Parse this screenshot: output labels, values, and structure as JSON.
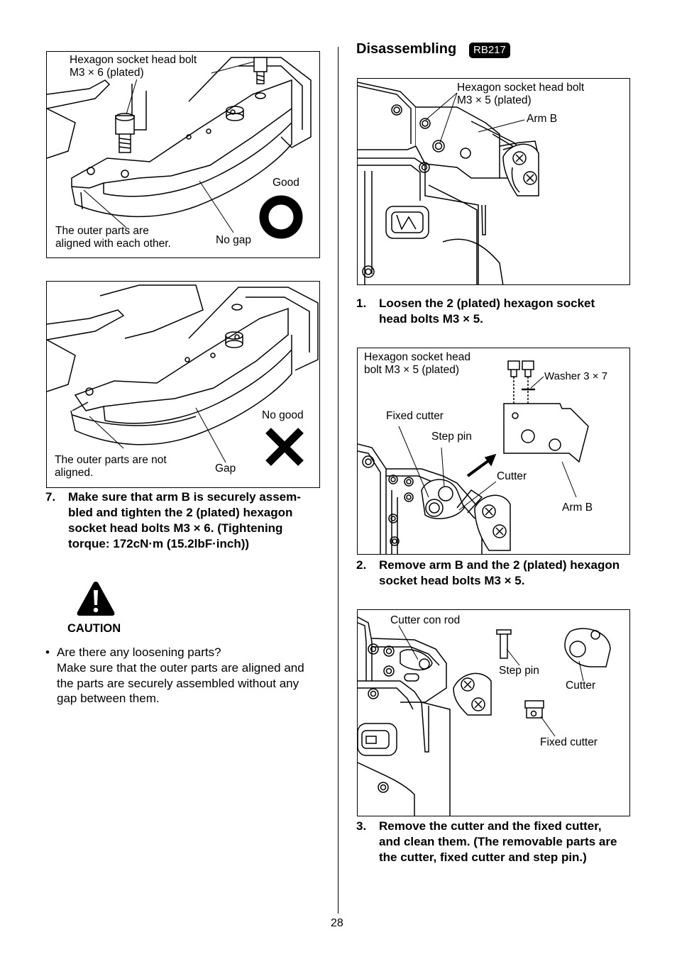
{
  "left_column": {
    "figure_good": {
      "bolt_label": "Hexagon socket head bolt\nM3 × 6 (plated)",
      "aligned_label": "The outer parts are\naligned with each other.",
      "no_gap_label": "No gap",
      "verdict": "Good"
    },
    "figure_no_good": {
      "not_aligned_label": "The outer parts are not\naligned.",
      "gap_label": "Gap",
      "verdict": "No good"
    },
    "step_7": {
      "number": "7.",
      "text": "Make sure that arm B is securely assem-\nbled and tighten the 2 (plated) hexagon\nsocket head bolts M3 × 6. (Tightening\ntorque: 172cN·m (15.2lbF·inch))"
    },
    "caution": {
      "label": "CAUTION",
      "bullet": "•",
      "question": "Are there any loosening parts?",
      "text": "Make sure that the outer parts are aligned and\nthe parts are securely assembled without any\ngap between them."
    }
  },
  "right_column": {
    "section_title": "Disassembling",
    "model_badge": "RB217",
    "figure_1": {
      "bolt_label": "Hexagon socket head bolt\nM3 × 5 (plated)",
      "arm_label": "Arm B"
    },
    "step_1": {
      "number": "1.",
      "text": "Loosen the 2 (plated) hexagon socket\nhead bolts M3 × 5."
    },
    "figure_2": {
      "bolt_label": "Hexagon socket head\nbolt M3 × 5 (plated)",
      "washer_label": "Washer 3 × 7",
      "fixed_cutter_label": "Fixed cutter",
      "step_pin_label": "Step pin",
      "cutter_label": "Cutter",
      "arm_label": "Arm B"
    },
    "step_2": {
      "number": "2.",
      "text": "Remove arm B and the 2 (plated) hexagon\nsocket head bolts M3 × 5."
    },
    "figure_3": {
      "con_rod_label": "Cutter con rod",
      "step_pin_label": "Step pin",
      "cutter_label": "Cutter",
      "fixed_cutter_label": "Fixed cutter"
    },
    "step_3": {
      "number": "3.",
      "text": "Remove the cutter and the fixed cutter,\nand clean them. (The removable parts are\nthe cutter, fixed cutter and step pin.)"
    }
  },
  "footer": {
    "page_number": "28"
  }
}
